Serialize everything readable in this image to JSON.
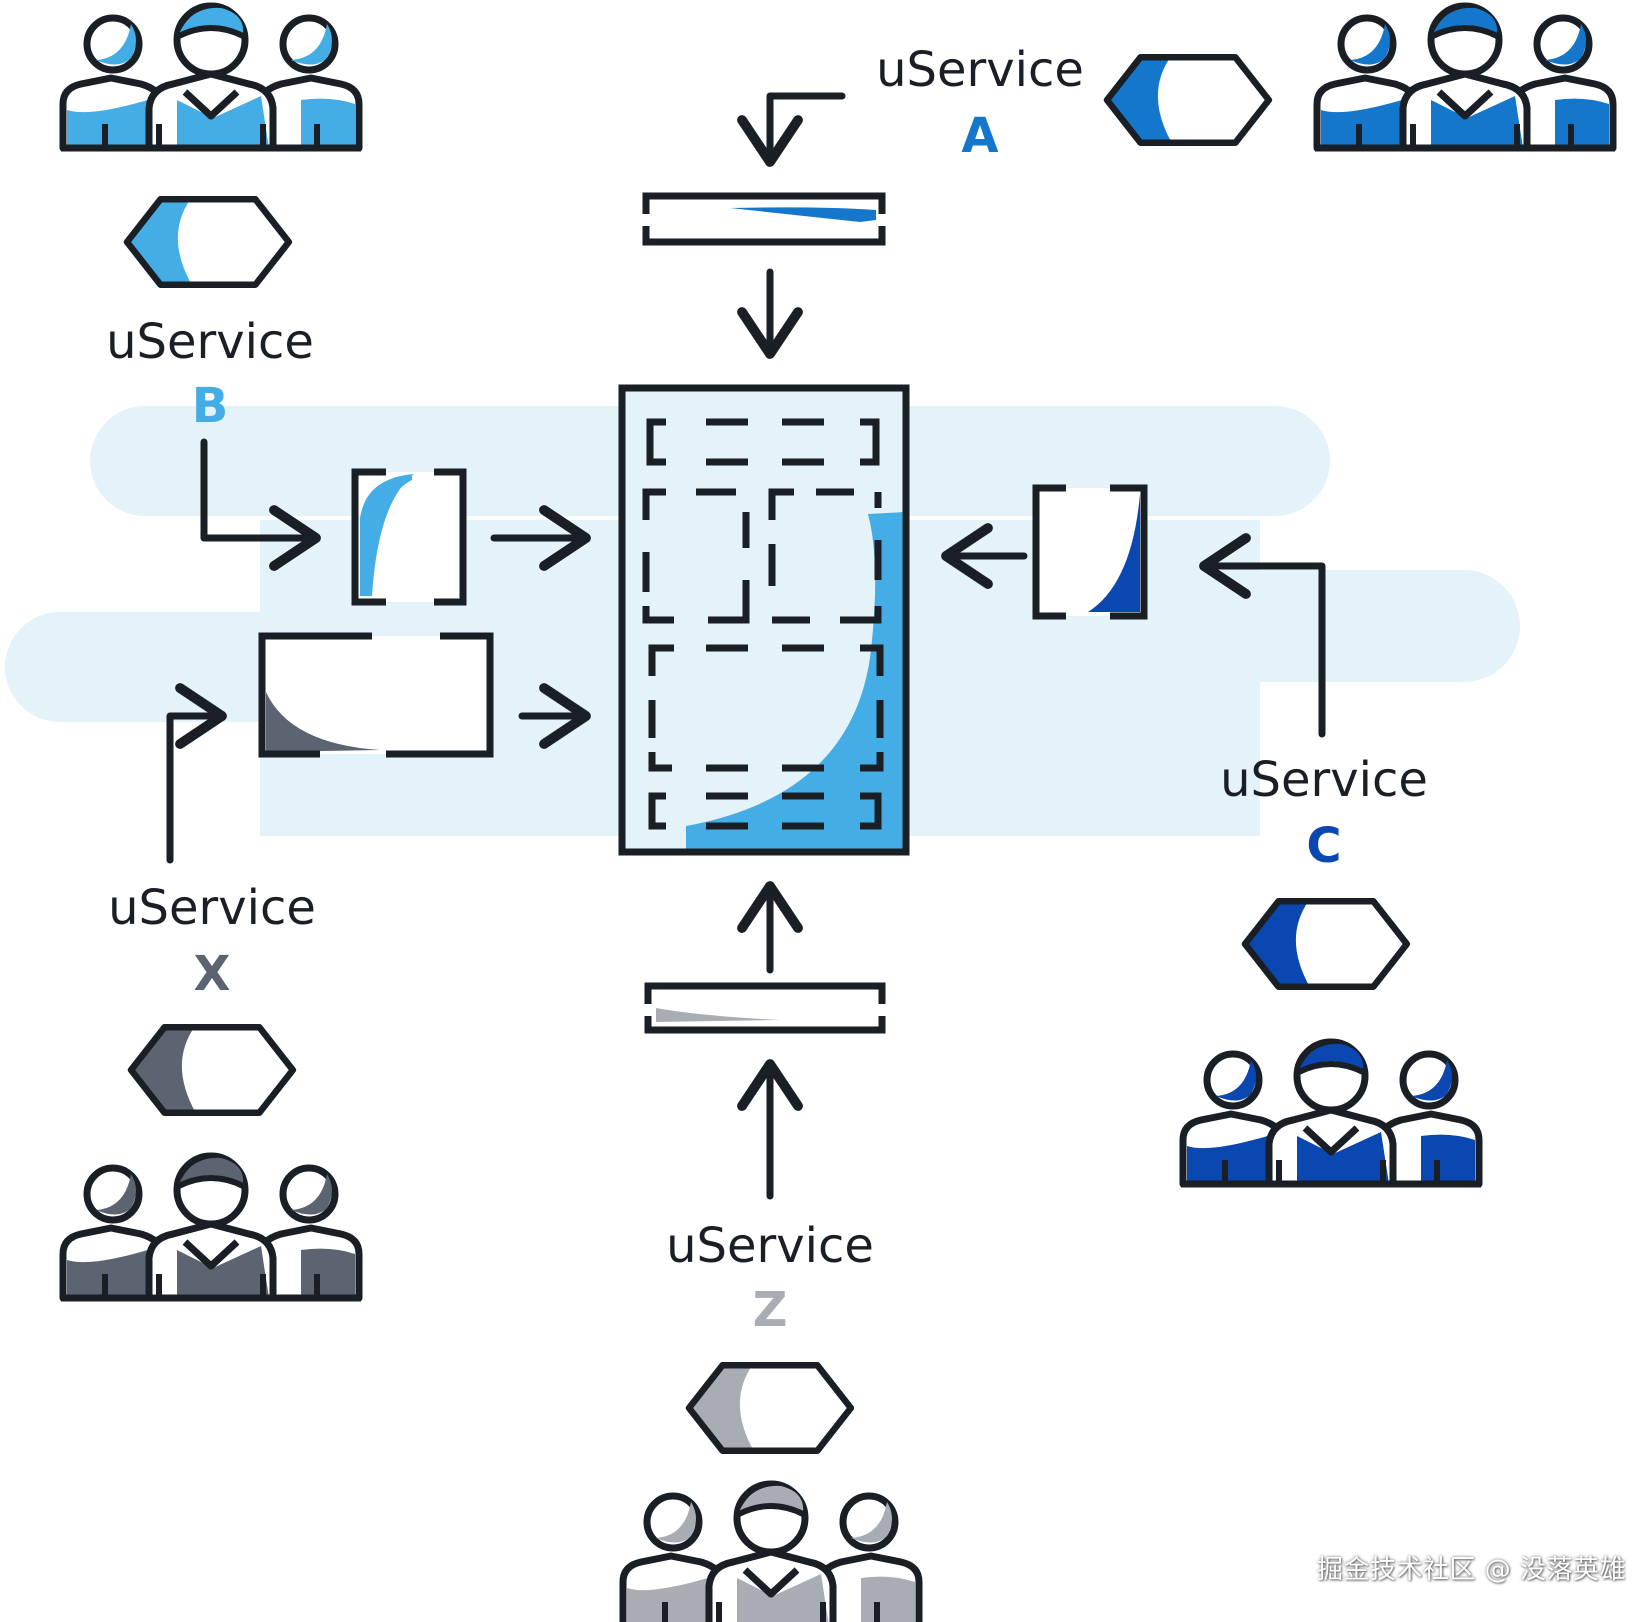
{
  "services": {
    "a": {
      "label": "uService",
      "letter": "A"
    },
    "b": {
      "label": "uService",
      "letter": "B"
    },
    "c": {
      "label": "uService",
      "letter": "C"
    },
    "x": {
      "label": "uService",
      "letter": "X"
    },
    "z": {
      "label": "uService",
      "letter": "Z"
    }
  },
  "colors": {
    "a": "#1577cc",
    "b": "#45ade5",
    "c": "#0b47b0",
    "x": "#5b6470",
    "z": "#a7adb3",
    "stroke": "#1a1f26",
    "cloud": "#e4f2fa"
  },
  "watermark": "掘金技术社区 @ 没落英雄"
}
